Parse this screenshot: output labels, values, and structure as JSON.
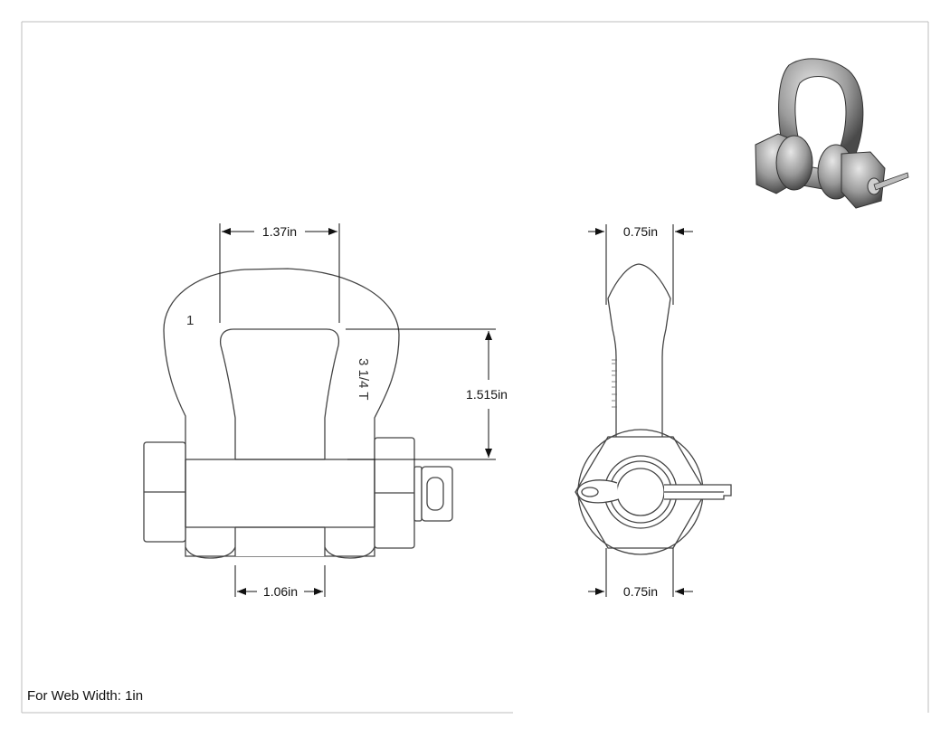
{
  "drawing": {
    "dimensions": {
      "bow_width": "1.37in",
      "inner_height": "1.515in",
      "jaw_width": "1.06in",
      "side_top_width": "0.75in",
      "side_bottom_width": "0.75in"
    },
    "markings": {
      "number": "1",
      "capacity": "3 1/4 T"
    },
    "footer_note": "For Web Width: 1in"
  }
}
